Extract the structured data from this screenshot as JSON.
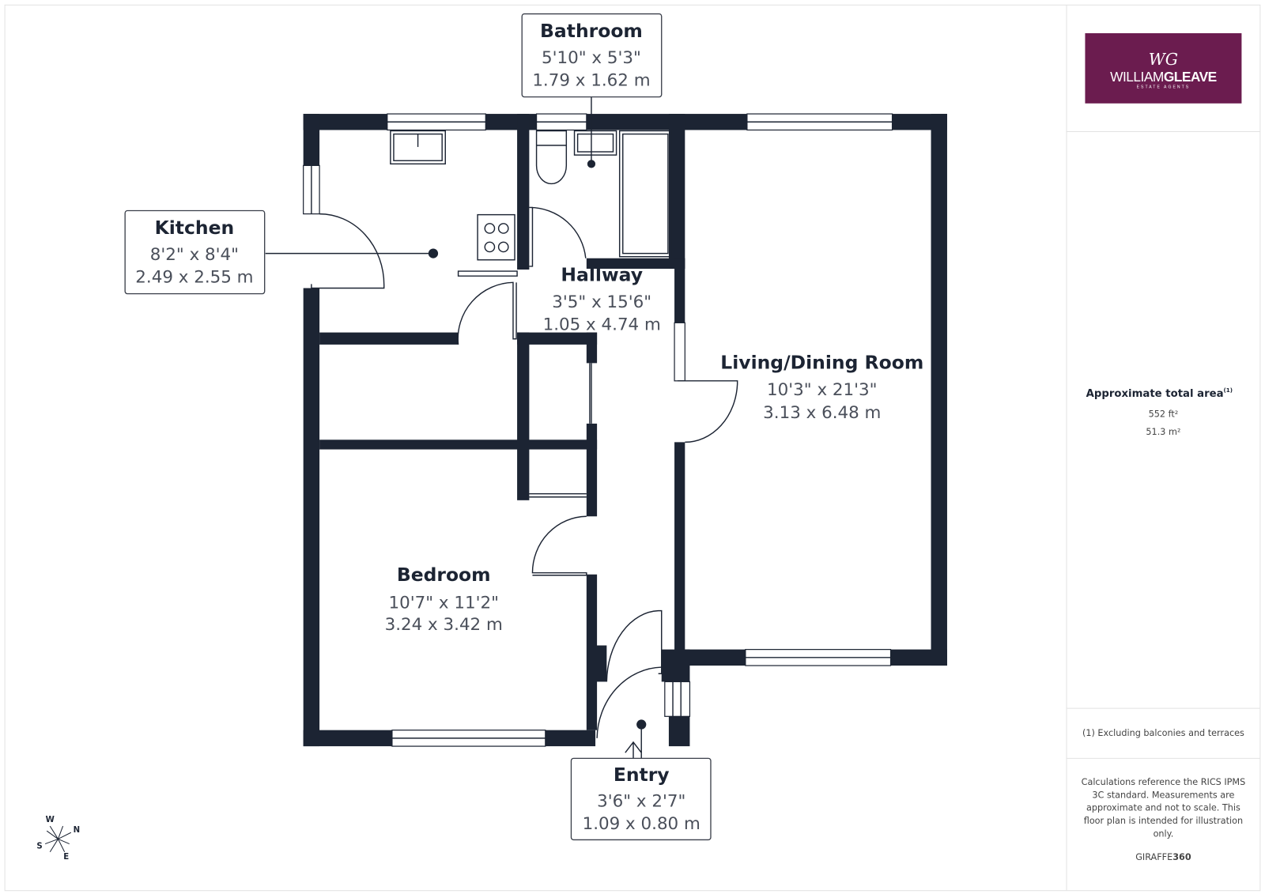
{
  "rooms": {
    "bathroom": {
      "name": "Bathroom",
      "imperial": "5'10\" x 5'3\"",
      "metric": "1.79 x 1.62 m"
    },
    "kitchen": {
      "name": "Kitchen",
      "imperial": "8'2\" x 8'4\"",
      "metric": "2.49 x 2.55 m"
    },
    "hallway": {
      "name": "Hallway",
      "imperial": "3'5\" x 15'6\"",
      "metric": "1.05 x 4.74 m"
    },
    "living": {
      "name": "Living/Dining Room",
      "imperial": "10'3\" x 21'3\"",
      "metric": "3.13 x 6.48 m"
    },
    "bedroom": {
      "name": "Bedroom",
      "imperial": "10'7\" x 11'2\"",
      "metric": "3.24 x 3.42 m"
    },
    "entry": {
      "name": "Entry",
      "imperial": "3'6\" x 2'7\"",
      "metric": "1.09 x 0.80 m"
    }
  },
  "compass": {
    "w": "W",
    "n": "N",
    "s": "S",
    "e": "E"
  },
  "sidebar": {
    "logo": {
      "brand_light": "WILLIAM",
      "brand_bold": "GLEAVE",
      "tagline": "ESTATE AGENTS",
      "monogram": "WG",
      "color": "#6b1c4f"
    },
    "area_title": "Approximate total area",
    "area_sup": "(1)",
    "area_ft": "552 ft²",
    "area_m": "51.3 m²",
    "footnote": "(1) Excluding balconies and terraces",
    "disclaimer": [
      "Calculations reference the RICS IPMS",
      "3C standard. Measurements are",
      "approximate and not to scale. This",
      "floor plan is intended for illustration",
      "only."
    ],
    "credit_light": "GIRAFFE",
    "credit_bold": "360"
  }
}
